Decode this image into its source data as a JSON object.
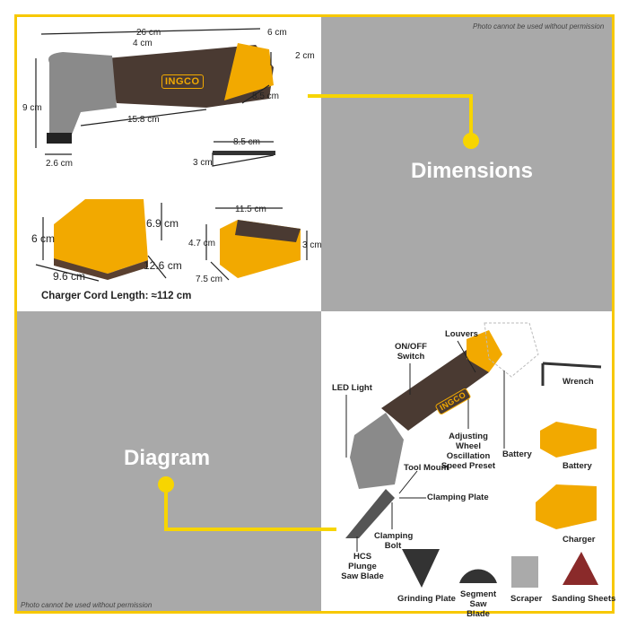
{
  "watermark_top": "Photo cannot be used without permission",
  "watermark_bottom": "Photo cannot be used without permission",
  "brand": "INGCO",
  "sections": {
    "dimensions": "Dimensions",
    "diagram": "Diagram"
  },
  "dimensions": {
    "tool_length": "26 cm",
    "switch_width": "4 cm",
    "end_width": "6 cm",
    "end_height": "2 cm",
    "end_depth": "8.5 cm",
    "head_height": "9 cm",
    "body_length": "15.8 cm",
    "head_base": "2.6 cm",
    "wrench_length": "8.5 cm",
    "wrench_height": "3 cm",
    "charger_height": "6 cm",
    "charger_top_height": "6.9 cm",
    "charger_width": "9.6 cm",
    "charger_depth": "12.6 cm",
    "battery_length": "11.5 cm",
    "battery_height": "4.7 cm",
    "battery_side": "3 cm",
    "battery_depth": "7.5 cm",
    "cord_length": "Charger Cord Length: ≈112 cm"
  },
  "parts": {
    "louvers": "Louvers",
    "on_off": "ON/OFF Switch",
    "led": "LED Light",
    "adjusting_wheel": "Adjusting Wheel Oscillation Speed Preset",
    "battery_part": "Battery",
    "tool_mount": "Tool Mount",
    "clamping_plate": "Clamping Plate",
    "clamping_bolt": "Clamping Bolt",
    "hcs_blade": "HCS Plunge Saw Blade"
  },
  "accessories": {
    "wrench": "Wrench",
    "battery": "Battery",
    "charger": "Charger",
    "grinding_plate": "Grinding Plate",
    "segment_saw_blade": "Segment Saw Blade",
    "scraper": "Scraper",
    "sanding_sheets": "Sanding Sheets"
  },
  "colors": {
    "accent": "#f7c800",
    "gray_panel": "#a9a9a9",
    "tool_orange": "#f2a900",
    "tool_dark": "#4a3a32"
  }
}
